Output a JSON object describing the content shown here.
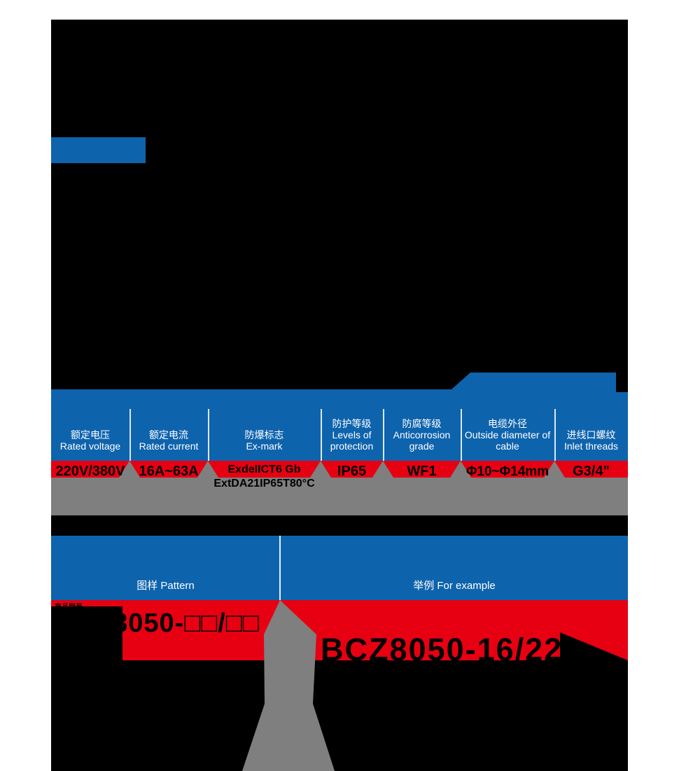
{
  "colors": {
    "accent_blue": "#0e63ad",
    "band_red": "#e60012",
    "band_gray": "#7f7f7f",
    "text_on_blue": "#ffffff",
    "text_values": "#000000"
  },
  "spec_table": {
    "columns": [
      {
        "cn": "额定电压",
        "en": "Rated voltage",
        "value": "220V/380V"
      },
      {
        "cn": "额定电流",
        "en": "Rated current",
        "value": "16A~63A"
      },
      {
        "cn": "防爆标志",
        "en": "Ex-mark",
        "value": "ExdeIICT6 Gb\nExtDA21IP65T80°C"
      },
      {
        "cn": "防护等级",
        "en": "Levels of protection",
        "value": "IP65"
      },
      {
        "cn": "防腐等级",
        "en": "Anticorrosion grade",
        "value": "WF1"
      },
      {
        "cn": "电缆外径",
        "en": "Outside diameter of cable",
        "value": "Φ10~Φ14mm"
      },
      {
        "cn": "进线口螺纹",
        "en": "Inlet threads",
        "value": "G3/4\""
      }
    ]
  },
  "model_table": {
    "pattern_label": "图样 Pattern",
    "example_label": "举例 For example",
    "pattern_caption": "产品型号",
    "pattern_text": "BCZ8050-□□/□□",
    "example_text": "BCZ8050-16/220"
  }
}
